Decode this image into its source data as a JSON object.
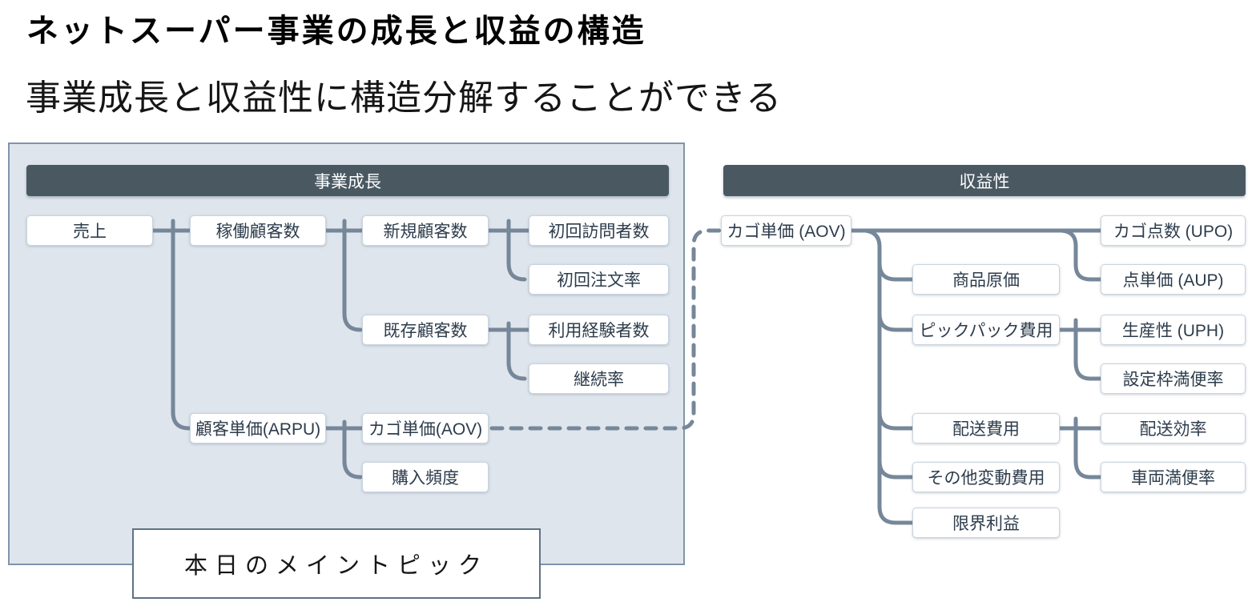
{
  "title": "ネットスーパー事業の成長と収益の構造",
  "subtitle": "事業成長と収益性に構造分解することができる",
  "growth": {
    "header": "事業成長",
    "nodes": {
      "sales": "売上",
      "active_customers": "稼働顧客数",
      "new_customers": "新規顧客数",
      "first_visitors": "初回訪問者数",
      "first_order_rate": "初回注文率",
      "existing_customers": "既存顧客数",
      "experienced_users": "利用経験者数",
      "retention_rate": "継続率",
      "arpu": "顧客単価(ARPU)",
      "aov": "カゴ単価(AOV)",
      "purchase_frequency": "購入頻度"
    }
  },
  "profit": {
    "header": "収益性",
    "nodes": {
      "aov": "カゴ単価 (AOV)",
      "upo": "カゴ点数 (UPO)",
      "aup": "点単価 (AUP)",
      "product_cost": "商品原価",
      "pickpack_cost": "ピックパック費用",
      "uph": "生産性 (UPH)",
      "slot_fill_rate": "設定枠満便率",
      "delivery_cost": "配送費用",
      "delivery_efficiency": "配送効率",
      "vehicle_fill_rate": "車両満便率",
      "other_variable_cost": "その他変動費用",
      "marginal_profit": "限界利益"
    }
  },
  "callout": "本日のメイントピック",
  "colors": {
    "header_bg": "#4a5862",
    "panel_bg": "#dfe5ec",
    "panel_border": "#7e95ac",
    "connector": "#76879a",
    "box_border": "#c9d4df",
    "box_text": "#2d3c4c",
    "callout_border": "#5f7285"
  }
}
